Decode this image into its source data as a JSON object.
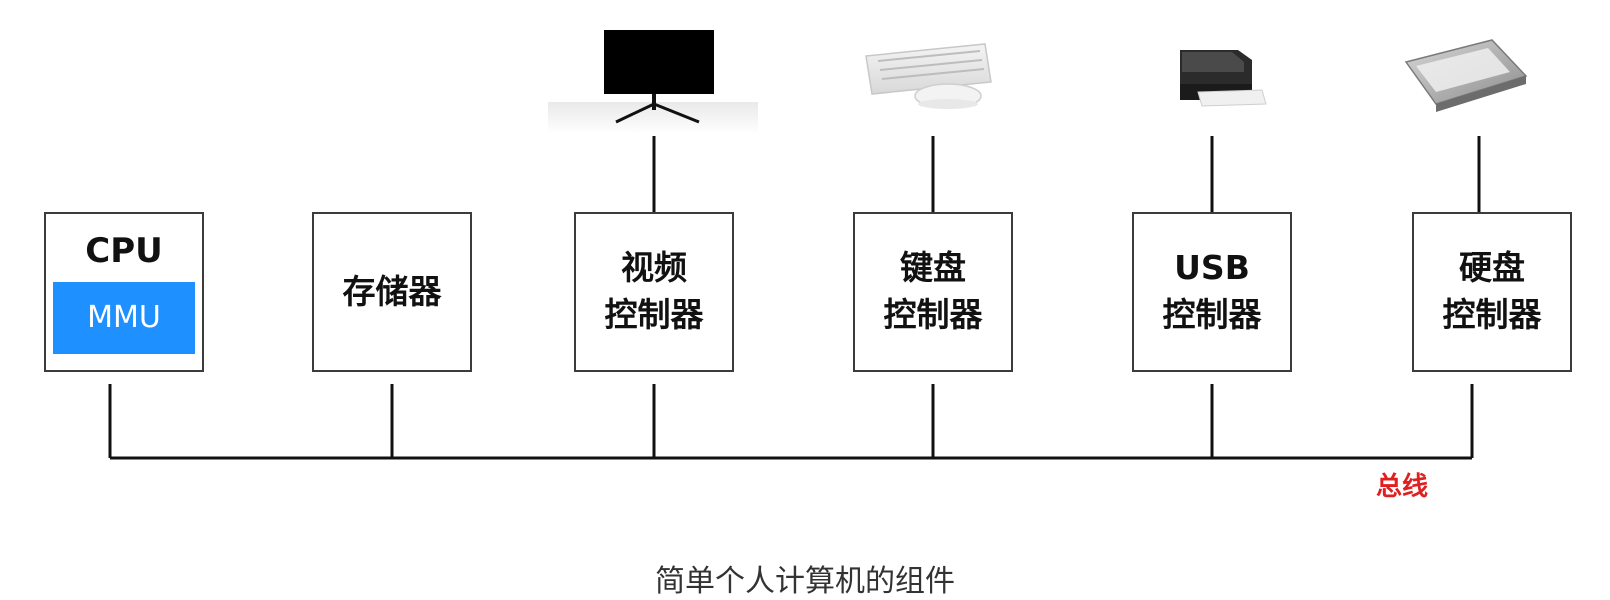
{
  "blocks": {
    "cpu": {
      "title": "CPU",
      "sub": "MMU"
    },
    "memory": {
      "lines": [
        "存储器"
      ]
    },
    "video": {
      "lines": [
        "视频",
        "控制器"
      ]
    },
    "keyboard": {
      "lines": [
        "键盘",
        "控制器"
      ]
    },
    "usb": {
      "lines": [
        "USB",
        "控制器"
      ]
    },
    "disk": {
      "lines": [
        "硬盘",
        "控制器"
      ]
    }
  },
  "bus_label": "总线",
  "caption": "简单个人计算机的组件",
  "colors": {
    "accent": "#1e90ff",
    "bus_label": "#e02020",
    "line": "#111111"
  },
  "icons": [
    "monitor-icon",
    "keyboard-mouse-icon",
    "printer-icon",
    "hard-drive-icon"
  ]
}
